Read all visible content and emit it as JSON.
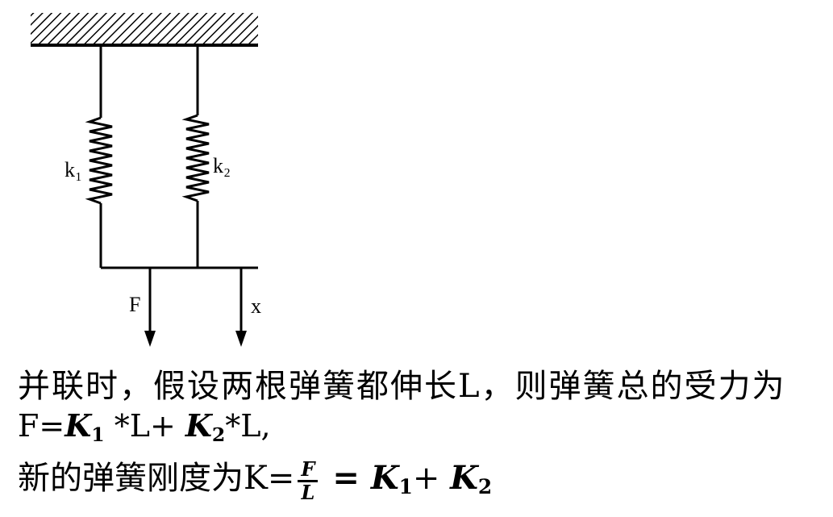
{
  "diagram": {
    "labels": {
      "k1": "k₁",
      "k2": "k₂",
      "force": "F",
      "displacement": "x"
    }
  },
  "text": {
    "line1": "并联时，假设两根弹簧都伸长L，则弹簧总的受力为",
    "line2": {
      "prefix": "F=",
      "k1": "K",
      "k1_sub": "1",
      "mid": " *L+ ",
      "k2": "K",
      "k2_sub": "2",
      "suffix": "*L,"
    },
    "line3": {
      "prefix": "新的弹簧刚度为K=",
      "frac_num": "F",
      "frac_den": "L",
      "eq": " = ",
      "k1": "K",
      "k1_sub": "1",
      "plus": "+ ",
      "k2": "K",
      "k2_sub": "2"
    }
  }
}
